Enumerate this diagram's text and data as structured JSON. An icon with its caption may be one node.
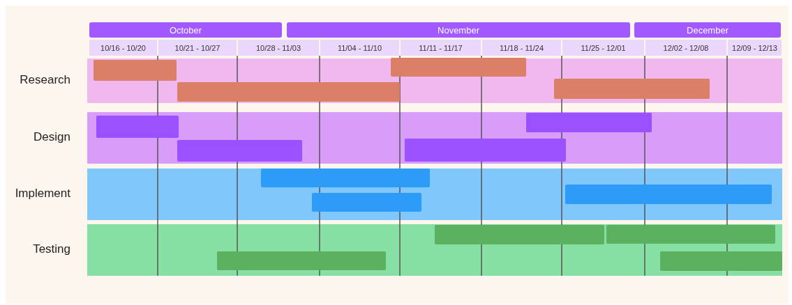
{
  "diagram": {
    "nodes": [
      {
        "text": [
          "October"
        ]
      },
      {
        "text": [
          "November"
        ]
      },
      {
        "text": [
          "December"
        ]
      },
      {
        "text": [
          "10/16 - 10/20"
        ]
      },
      {
        "text": [
          "10/21 - 10/27"
        ]
      },
      {
        "text": [
          "10/28 - 11/03"
        ]
      },
      {
        "text": [
          "11/04 - 11/10"
        ]
      },
      {
        "text": [
          "11/11 - 11/17"
        ]
      },
      {
        "text": [
          "11/18 - 11/24"
        ]
      },
      {
        "text": [
          "11/25 - 12/01"
        ]
      },
      {
        "text": [
          "12/02 - 12/08"
        ]
      },
      {
        "text": [
          "12/09 - 12/13"
        ]
      },
      {
        "text": [
          "Research"
        ]
      },
      {
        "text": [],
        "shape": "bar",
        "in": 12
      },
      {
        "text": [],
        "shape": "bar",
        "in": 12
      },
      {
        "text": [],
        "shape": "bar",
        "in": 12
      },
      {
        "text": [],
        "shape": "bar",
        "in": 12
      },
      {
        "text": [
          "Design"
        ]
      },
      {
        "text": [],
        "shape": "bar",
        "in": 17
      },
      {
        "text": [],
        "shape": "bar",
        "in": 17
      },
      {
        "text": [],
        "shape": "bar",
        "in": 17
      },
      {
        "text": [],
        "shape": "bar",
        "in": 17
      },
      {
        "text": [
          "Implement"
        ]
      },
      {
        "text": [],
        "shape": "bar",
        "in": 22
      },
      {
        "text": [],
        "shape": "bar",
        "in": 22
      },
      {
        "text": [],
        "shape": "bar",
        "in": 22
      },
      {
        "text": [
          "Testing"
        ]
      },
      {
        "text": [],
        "shape": "bar",
        "in": 26
      },
      {
        "text": [],
        "shape": "bar",
        "in": 26
      },
      {
        "text": [],
        "shape": "bar",
        "in": 26
      },
      {
        "text": [],
        "shape": "bar",
        "in": 26
      }
    ]
  }
}
